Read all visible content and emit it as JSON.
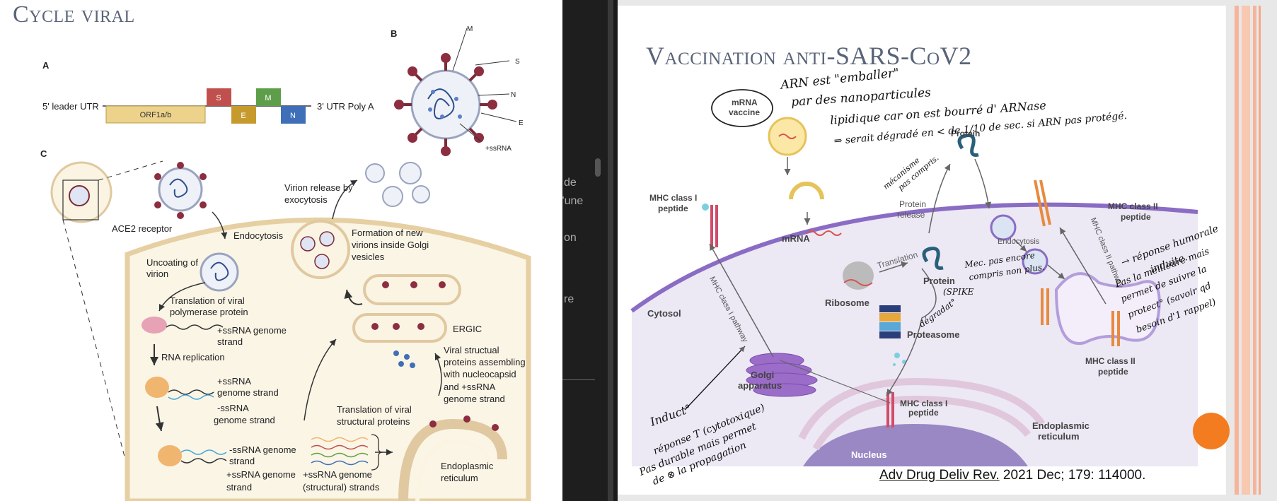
{
  "left_slide": {
    "title": "Cycle viral",
    "panel_a": {
      "label": "A",
      "leader": "5' leader UTR",
      "orf": "ORF1a/b",
      "s": "S",
      "e": "E",
      "m": "M",
      "n": "N",
      "utr3": "3' UTR Poly A"
    },
    "panel_b": {
      "label": "B",
      "m": "M",
      "s": "S",
      "n": "N",
      "e": "E",
      "rna": "+ssRNA"
    },
    "panel_c": {
      "label": "C",
      "ace2": "ACE2 receptor",
      "endocytosis": "Endocytosis",
      "uncoating": [
        "Uncoating of",
        "virion"
      ],
      "translation_poly": [
        "Translation of viral",
        "polymerase protein"
      ],
      "genome1": [
        "+ssRNA genome",
        "strand"
      ],
      "rna_replication": "RNA replication",
      "plus_genome": [
        "+ssRNA",
        "genome strand"
      ],
      "minus_genome": [
        "-ssRNA",
        "genome strand"
      ],
      "minus_genome2": [
        "-ssRNA genome",
        "strand"
      ],
      "plus_genome2": [
        "+ssRNA genome",
        "strand"
      ],
      "release": [
        "Virion release by",
        "exocytosis"
      ],
      "formation": [
        "Formation of new",
        "virions inside Golgi",
        "vesicles"
      ],
      "ergic": "ERGIC",
      "assembling": [
        "Viral structual",
        "proteins assembling",
        "with nucleocapsid",
        "and +ssRNA",
        "genome strand"
      ],
      "translation_struct": [
        "Translation of viral",
        "structural proteins"
      ],
      "structural_strands": [
        "+ssRNA genome",
        "(structural) strands"
      ],
      "er": [
        "Endoplasmic",
        "reticulum"
      ]
    }
  },
  "middle_stub": {
    "lines": [
      "de",
      "l'une",
      "on",
      "re"
    ]
  },
  "right_slide": {
    "title": "Vaccination anti-SARS-CoV2",
    "mrna_vaccine": [
      "mRNA",
      "vaccine"
    ],
    "protein_top": "Protein",
    "protein_release": [
      "Protein",
      "release"
    ],
    "mhc1_peptide": [
      "MHC class I",
      "peptide"
    ],
    "mrna": "mRNA",
    "translation": "Translation",
    "protein_mid": "Protein",
    "ribosome": "Ribosome",
    "proteasome": "Proteasome",
    "endocytosis": "Endocytosis",
    "mhc2_peptide_top": [
      "MHC class II",
      "peptide"
    ],
    "mhc2_pathway": "MHC class II pathway",
    "mhc1_pathway": "MHC class I pathway",
    "mhc2_peptide_bottom": [
      "MHC class II",
      "peptide"
    ],
    "cytosol": "Cytosol",
    "golgi": [
      "Golgi",
      "apparatus"
    ],
    "mhc1_er": [
      "MHC class I",
      "peptide"
    ],
    "er": [
      "Endoplasmic",
      "reticulum"
    ],
    "nucleus": "Nucleus",
    "citation_link": "Adv Drug Deliv Rev.",
    "citation_rest": " 2021 Dec; 179: 114000.",
    "annotations": {
      "arn": [
        "ARN est \"emballer\"",
        "par des nanoparticules",
        "lipidique car on est bourré d' ARNase",
        "⇒ serait dégradé en < de 1/10 de sec. si ARN pas protégé."
      ],
      "mecanisme": [
        "mécanisme",
        "pas compris."
      ],
      "mec": [
        "Mec. pas encore",
        "compris non plus."
      ],
      "spike": "(SPIKE",
      "degrade": "dégradat°",
      "humorale": [
        "→ réponse humorale",
        "induite.",
        "Pas la meilleure mais",
        "permet de suivre la",
        "protect° (savoir qd",
        "besoin d'1 rappel)"
      ],
      "induct": [
        "Induct°",
        "réponse T (cytotoxique)",
        "Pas durable mais permet",
        "de ⊗ la propagation"
      ]
    }
  }
}
